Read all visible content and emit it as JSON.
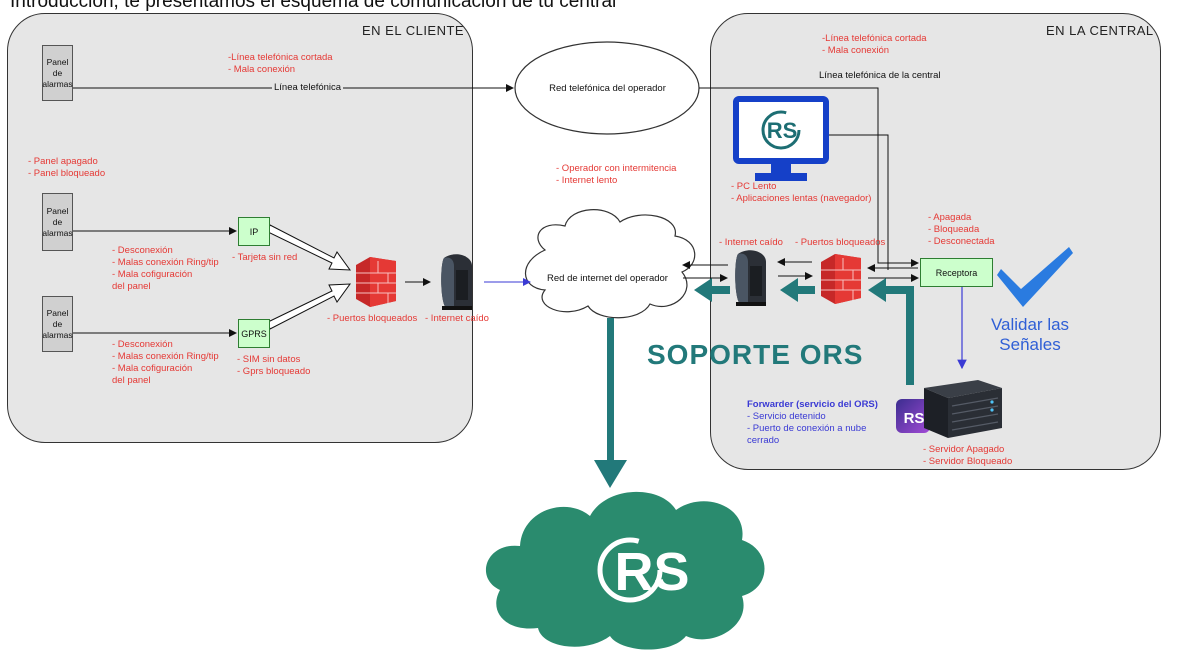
{
  "top_text": "Introducción, te presentamos el esquema de comunicación de tu central",
  "regions": {
    "client_title": "EN EL CLIENTE",
    "central_title": "EN LA CENTRAL"
  },
  "client": {
    "panel1_label": "Panel de alarmas",
    "panel2_label": "Panel de alarmas",
    "panel3_label": "Panel de alarmas",
    "phone_line_label": "Línea telefónica",
    "phone_issues": "-Línea telefónica cortada\n- Mala conexión",
    "panel_issues": "- Panel apagado\n- Panel bloqueado",
    "panel2_issues": "- Desconexión\n- Malas conexión Ring/tip\n- Mala cofiguración\n  del panel",
    "panel3_issues": "- Desconexión\n- Malas conexión Ring/tip\n- Mala cofiguración\n  del panel",
    "ip_label": "IP",
    "ip_issue": "- Tarjeta sin red",
    "gprs_label": "GPRS",
    "gprs_issues": "- SIM sin datos\n- Gprs bloqueado",
    "firewall_issue": "- Puertos bloqueados",
    "modem_issue": "- Internet caído"
  },
  "network": {
    "phone_network_label": "Red telefónica del operador",
    "internet_network_label": "Red de internet del operador",
    "operator_issues": "- Operador con intermitencia\n- Internet lento"
  },
  "central": {
    "phone_issues": "-Línea telefónica cortada\n- Mala conexión",
    "central_line_label": "Línea telefónica de la central",
    "pc_issues": "- PC Lento\n- Aplicaciones lentas (navegador)",
    "internet_issue": "- Internet caído",
    "ports_issue": "- Puertos bloqueados",
    "receiver_label": "Receptora",
    "receiver_issues": "- Apagada\n- Bloqueada\n- Desconectada",
    "forwarder_title": "Forwarder (servicio del ORS)",
    "forwarder_issues": "- Servicio detenido\n- Puerto de conexión a nube\n  cerrado",
    "server_issues": "- Servidor Apagado\n- Servidor Bloqueado",
    "validate_label": "Validar las\nSeñales"
  },
  "support_label": "SOPORTE ORS",
  "logo_text": "RS",
  "colors": {
    "region_fill": "#e6e6e6",
    "issue_red": "#e53935",
    "support_teal": "#22797a",
    "cloud_green": "#2a8b6e",
    "monitor_blue": "#1540c8",
    "check_blue": "#2a7be0",
    "receiver_green": "#ccffcc"
  }
}
